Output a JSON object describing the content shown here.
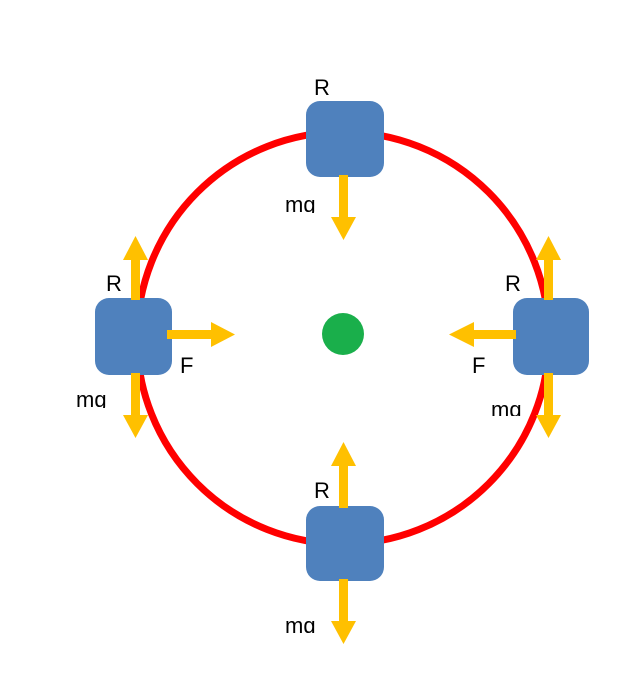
{
  "colors": {
    "circle": "#ff0000",
    "block": "#4f81bd",
    "arrow": "#ffc000",
    "center": "#1aaf4b",
    "text": "#000000"
  },
  "blocks": {
    "top": {
      "normal": "R",
      "weight": "mg"
    },
    "left": {
      "normal": "R",
      "weight": "mg",
      "force": "F"
    },
    "right": {
      "normal": "R",
      "weight": "mg",
      "force": "F"
    },
    "bottom": {
      "normal": "R",
      "weight": "mg"
    }
  }
}
